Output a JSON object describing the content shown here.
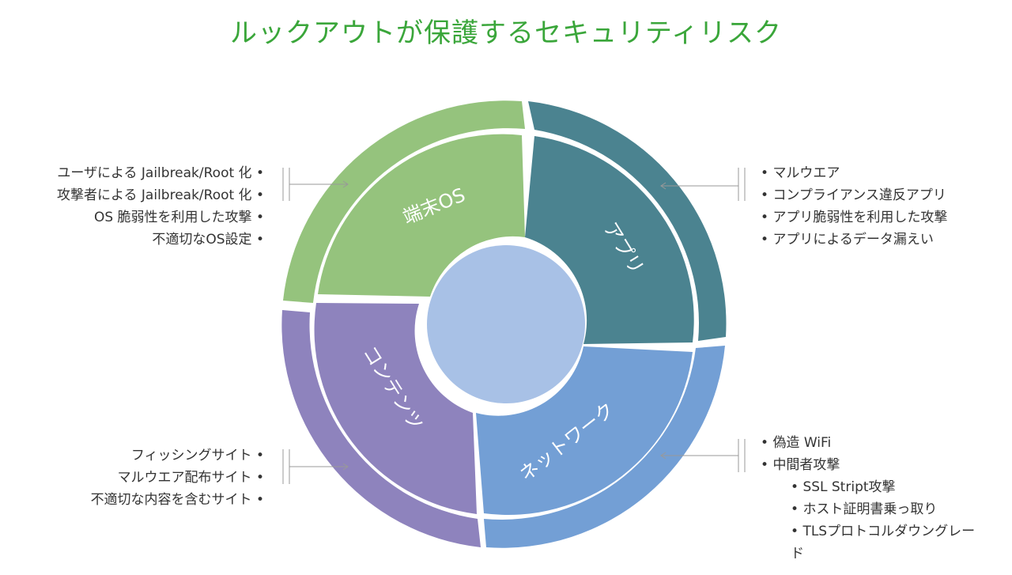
{
  "title": "ルックアウトが保護するセキュリティリスク",
  "segments": [
    {
      "id": "os",
      "label": "端末OS",
      "color": "#95c37d"
    },
    {
      "id": "app",
      "label": "アプリ",
      "color": "#4b8390"
    },
    {
      "id": "network",
      "label": "ネットワーク",
      "color": "#739fd5"
    },
    {
      "id": "content",
      "label": "コンテンツ",
      "color": "#8e83bd"
    }
  ],
  "center_color": "#a8c1e6",
  "os_risks": [
    "ユーザによる Jailbreak/Root 化",
    "攻撃者による Jailbreak/Root 化",
    "OS 脆弱性を利用した攻撃",
    "不適切なOS設定"
  ],
  "app_risks": [
    "マルウエア",
    "コンプライアンス違反アプリ",
    "アプリ脆弱性を利用した攻撃",
    "アプリによるデータ漏えい"
  ],
  "network_risks": {
    "items": [
      "偽造 WiFi",
      "中間者攻撃"
    ],
    "subitems": [
      "SSL Stript攻撃",
      "ホスト証明書乗っ取り",
      "TLSプロトコルダウングレード"
    ]
  },
  "content_risks": [
    "フィッシングサイト",
    "マルウエア配布サイト",
    "不適切な内容を含むサイト"
  ]
}
